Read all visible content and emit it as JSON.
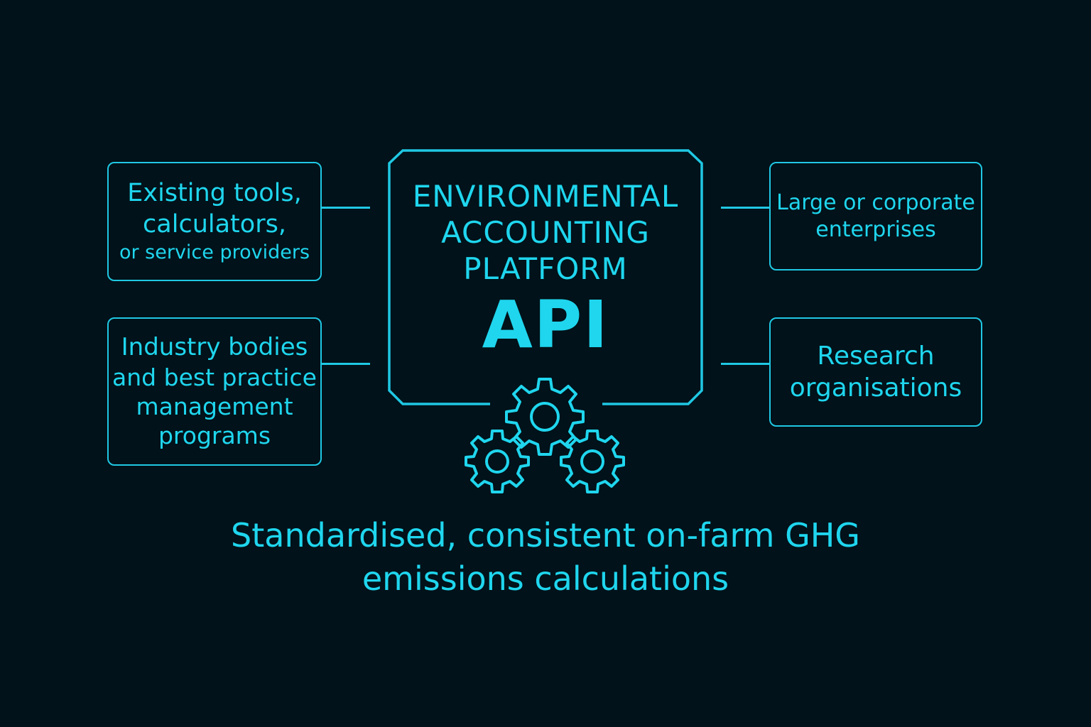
{
  "colors": {
    "background": "#01121a",
    "accent": "#1fd6ee",
    "stroke": "#1fc8e3"
  },
  "hub": {
    "title_lines": [
      "ENVIRONMENTAL",
      "ACCOUNTING",
      "PLATFORM"
    ],
    "api_label": "API",
    "icon": "gears-icon"
  },
  "left_nodes": [
    {
      "lines": [
        "Existing tools,",
        "calculators,",
        "or service providers"
      ]
    },
    {
      "lines": [
        "Industry bodies",
        "and best practice",
        "management",
        "programs"
      ]
    }
  ],
  "right_nodes": [
    {
      "lines": [
        "Large or corporate",
        "enterprises"
      ]
    },
    {
      "lines": [
        "Research",
        "organisations"
      ]
    }
  ],
  "caption": {
    "lines": [
      "Standardised, consistent on-farm GHG",
      "emissions calculations"
    ]
  }
}
